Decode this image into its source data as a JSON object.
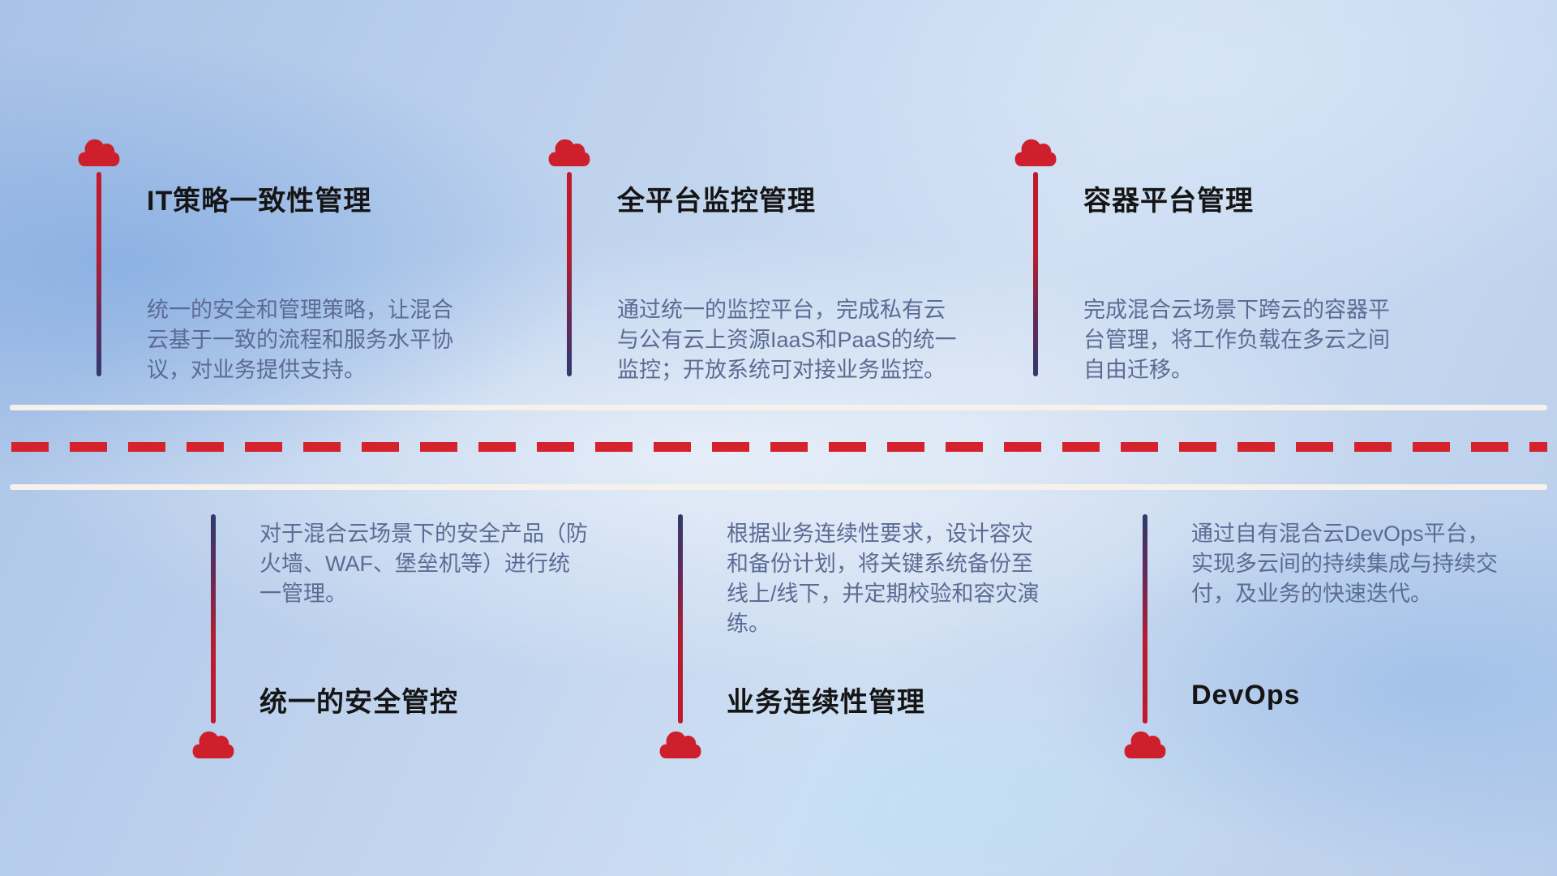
{
  "theme": {
    "accent_red": "#ce202c",
    "connector_navy": "#2f3a6d",
    "title_color": "#151515",
    "body_color": "#5c6b94",
    "road_line_color": "#f6f1ea"
  },
  "top_items": [
    {
      "icon": "cloud-icon",
      "title": "IT策略一致性管理",
      "body": "统一的安全和管理策略，让混合云基于一致的流程和服务水平协议，对业务提供支持。"
    },
    {
      "icon": "cloud-icon",
      "title": "全平台监控管理",
      "body": "通过统一的监控平台，完成私有云与公有云上资源IaaS和PaaS的统一监控；开放系统可对接业务监控。"
    },
    {
      "icon": "cloud-icon",
      "title": "容器平台管理",
      "body": "完成混合云场景下跨云的容器平台管理，将工作负载在多云之间自由迁移。"
    }
  ],
  "bottom_items": [
    {
      "icon": "cloud-icon",
      "title": "统一的安全管控",
      "body": "对于混合云场景下的安全产品（防火墙、WAF、堡垒机等）进行统一管理。"
    },
    {
      "icon": "cloud-icon",
      "title": "业务连续性管理",
      "body": "根据业务连续性要求，设计容灾和备份计划，将关键系统备份至线上/线下，并定期校验和容灾演练。"
    },
    {
      "icon": "cloud-icon",
      "title": "DevOps",
      "body": "通过自有混合云DevOps平台，实现多云间的持续集成与持续交付，及业务的快速迭代。"
    }
  ]
}
